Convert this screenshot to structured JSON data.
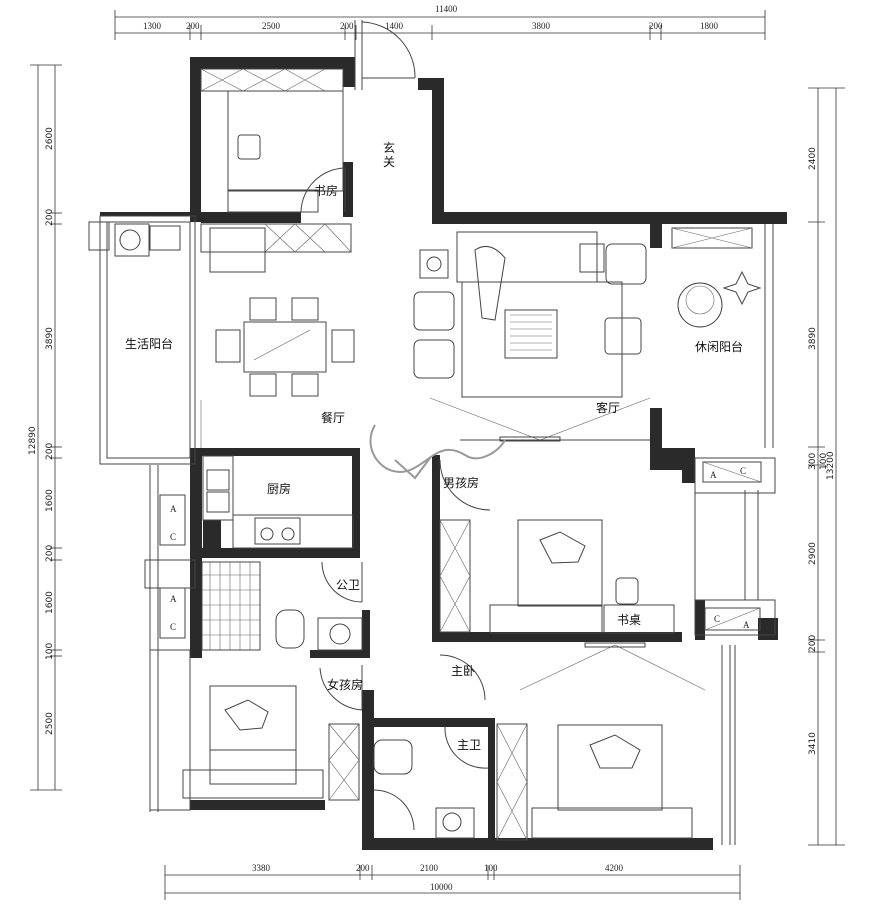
{
  "rooms": {
    "xuanguan": "玄\n关",
    "study": "书房",
    "living_balcony": "生活阳台",
    "dining": "餐厅",
    "living": "客厅",
    "leisure_balcony": "休闲阳台",
    "kitchen": "厨房",
    "boy_room": "男孩房",
    "public_bath": "公卫",
    "desk": "书桌",
    "girl_room": "女孩房",
    "master": "主卧",
    "master_bath": "主卫"
  },
  "dims": {
    "top": [
      "11400",
      "1300",
      "200",
      "2500",
      "200",
      "1400",
      "3800",
      "200",
      "1800"
    ],
    "bottom": [
      "3380",
      "200",
      "2100",
      "100",
      "4200",
      "10000"
    ],
    "left": [
      "2600",
      "200",
      "3890",
      "200",
      "1600",
      "200",
      "1600",
      "100",
      "2500",
      "12890"
    ],
    "right": [
      "2400",
      "3890",
      "300",
      "100",
      "2900",
      "200",
      "3410",
      "13200"
    ]
  },
  "ac_labels": [
    "A",
    "C"
  ]
}
